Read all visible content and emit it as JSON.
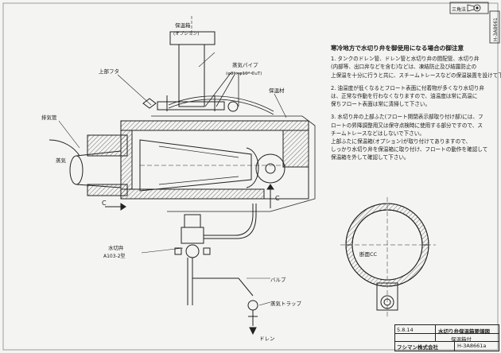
{
  "header": {
    "projection_label": "三角法",
    "side_code": "H-3A8661"
  },
  "labels": {
    "insulation_box": "保温箱",
    "insulation_box_option": "(オプション)",
    "top_cover": "上部フタ",
    "steam_pipe": "蒸気パイプ",
    "steam_pipe_spec": "(φ8°×φ10° CuT)",
    "insulation_material": "保温材",
    "exhaust_pipe": "排気管",
    "steam": "蒸気",
    "section_c_left": "C",
    "section_c_right": "C",
    "drain_valve": "水切弁",
    "drain_valve_model": "A103-2型",
    "valve": "バルブ",
    "steam_trap": "蒸気トラップ",
    "drain": "ドレン",
    "section_cc": "断面CC"
  },
  "notes": {
    "title": "寒冷地方で水切り弁を御使用になる場合の御注意",
    "items": [
      {
        "lines": [
          "1. タンクのドレン管、ドレン管と水切り弁の間配管、水切り弁",
          "(内部等、出口弁などを含む)などは、凍結防止及び結露防止の",
          "上保温を十分に行うと共に、スチームトレースなどの保温装置を設けて下さい。"
        ]
      },
      {
        "lines": [
          "2. 油温度が低くなるとフロート表面に付着物が多くなり水切り弁",
          "は、正常な作動を行わなくなりますので、油温度は常に高温に",
          "保ちフロート表面は常に清掃して下さい。"
        ]
      },
      {
        "lines": [
          "3. 水切り弁の上部ふた(フロート開閉表示部取り付け部)には、フ",
          "ロートの昇降調整用又は保守点検時に使用する部分ですので、ス",
          "チームトレースなどはしないで下さい。",
          "上部ふたに保温箱(オプション)が取り付けてありますので、",
          "しっかり水切り弁を保温箱に取り付け、フロートの動作を確認して",
          "保温箱を外して確認して下さい。"
        ]
      }
    ]
  },
  "title_block": {
    "date": "5.8.14",
    "title": "水切り弁保温箱要領図",
    "subtitle": "保温箱付",
    "company": "フシマン株式会社",
    "drawing_number": "H-3A8661a"
  }
}
